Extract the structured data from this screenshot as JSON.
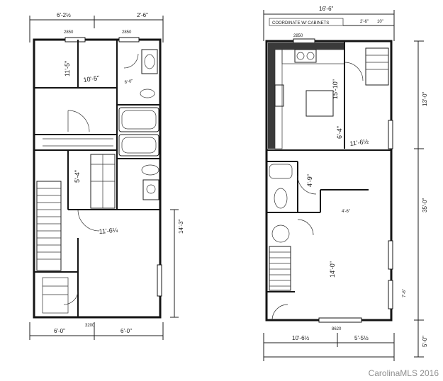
{
  "upper_floor": {
    "top_dims": [
      "6'-2½",
      "2'-6\""
    ],
    "window_tags": [
      "2850",
      "2850"
    ],
    "room_dims": [
      "10'-5\"",
      "11'-5\"",
      "8'-0\"",
      "5'-4\"",
      "11'-6¼",
      "14'-3\""
    ],
    "bottom_dims": [
      "6'-0\"",
      "6'-0\""
    ],
    "bottom_tag": "3200"
  },
  "main_floor": {
    "top_dim": "16'-6\"",
    "cabinet_note": "COORDINATE W/ CABINETS",
    "sub_dims": [
      "2'-6\"",
      "10\""
    ],
    "window_tag": "2850",
    "room_dims": [
      "15'-10\"",
      "6'-4\"",
      "11'-6½",
      "4'-9\"",
      "4'-6\"",
      "14'-0\""
    ],
    "side_dims": [
      "13'-0\"",
      "35'-0\"",
      "7'-6\"",
      "5'-0\""
    ],
    "bottom_dims": [
      "10'-6½",
      "5'-5½"
    ],
    "bottom_tag": "8620"
  },
  "watermark": "CarolinaMLS 2016"
}
